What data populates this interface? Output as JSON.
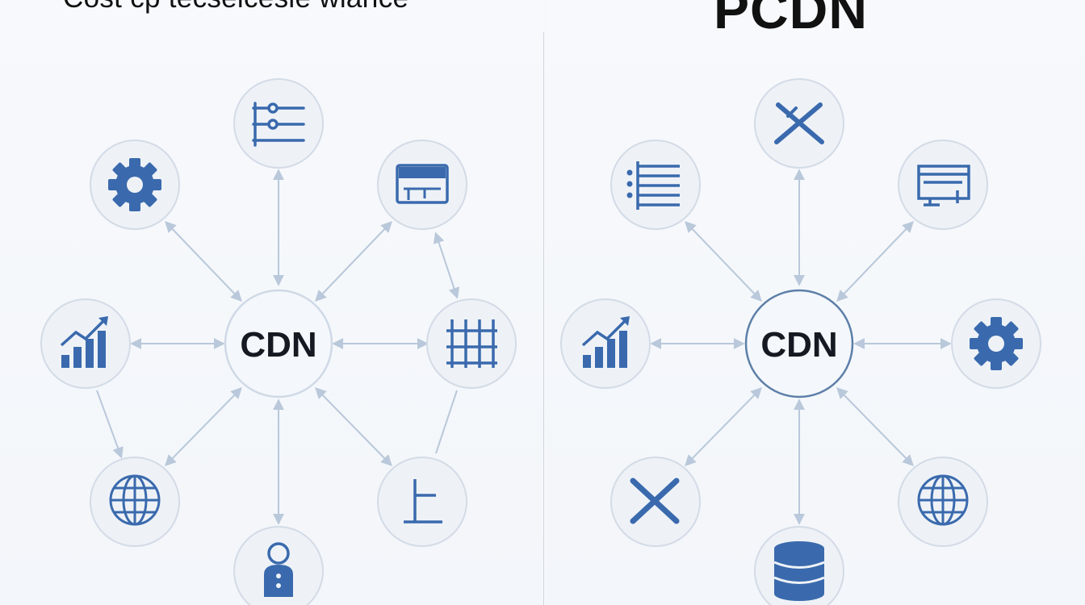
{
  "left": {
    "title": "Cost cp tecselcesie wlarice",
    "hub_label": "CDN",
    "nodes": [
      {
        "icon": "sliders-icon"
      },
      {
        "icon": "gear-icon"
      },
      {
        "icon": "card-icon"
      },
      {
        "icon": "bar-chart-icon"
      },
      {
        "icon": "grid-icon"
      },
      {
        "icon": "globe-icon"
      },
      {
        "icon": "bracket-icon"
      },
      {
        "icon": "person-icon"
      }
    ]
  },
  "right": {
    "title": "PCDN",
    "hub_label": "CDN",
    "nodes": [
      {
        "icon": "tools-icon"
      },
      {
        "icon": "list-icon"
      },
      {
        "icon": "monitor-icon"
      },
      {
        "icon": "bar-chart-icon"
      },
      {
        "icon": "gear-icon"
      },
      {
        "icon": "cross-icon"
      },
      {
        "icon": "globe-icon"
      },
      {
        "icon": "database-icon"
      }
    ]
  },
  "colors": {
    "icon": "#3a6aad",
    "node_fill": "#eef2f7",
    "node_stroke": "#d3dbe6",
    "hub_stroke_left": "#cfd9e6",
    "hub_stroke_right": "#5d7fa8",
    "arrow": "#b9c8da"
  }
}
